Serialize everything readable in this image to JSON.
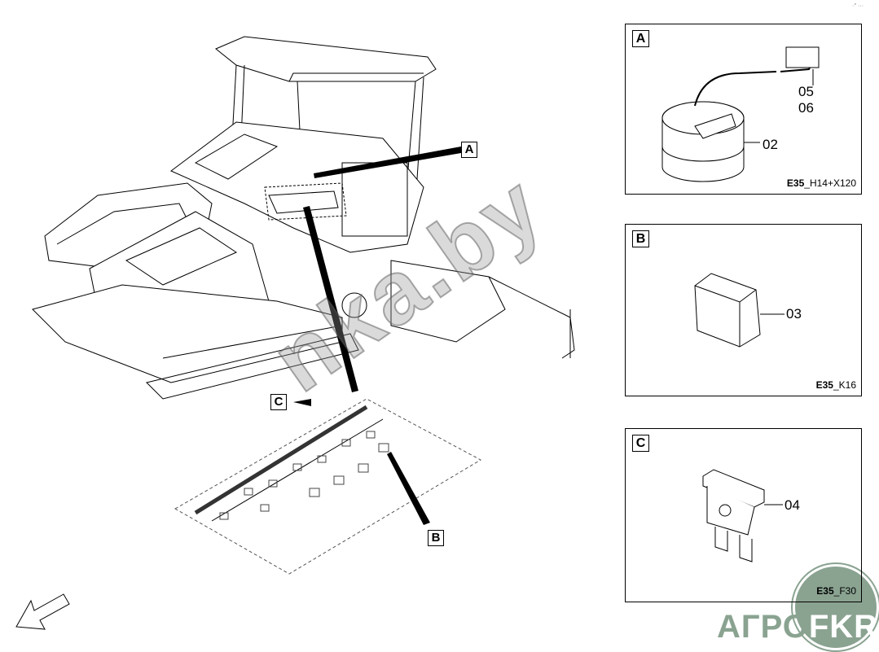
{
  "corner_mark": "·° ···",
  "callouts": {
    "a": "A",
    "b": "B",
    "c": "C"
  },
  "panels": [
    {
      "letter": "A",
      "parts": [
        "05",
        "06",
        "02"
      ],
      "code_bold": "E35",
      "code_rest": "_H14+X120"
    },
    {
      "letter": "B",
      "parts": [
        "03"
      ],
      "code_bold": "E35",
      "code_rest": "_K16"
    },
    {
      "letter": "C",
      "parts": [
        "04"
      ],
      "code_bold": "E35",
      "code_rest": "_F30"
    }
  ],
  "watermark": "nka.by",
  "logo": {
    "left": "АГРО",
    "right": "FKR"
  },
  "colors": {
    "logo": "#8aa391"
  }
}
